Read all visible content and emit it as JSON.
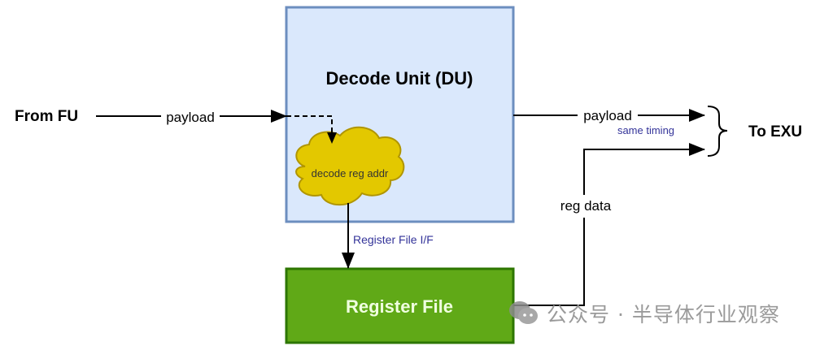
{
  "diagram": {
    "source_label": "From FU",
    "destination_label": "To EXU",
    "decode_unit": {
      "title": "Decode Unit (DU)",
      "fill": "#dae8fc",
      "stroke": "#6c8ebf"
    },
    "cloud": {
      "label": "decode reg addr",
      "fill": "#e3c800",
      "stroke": "#b09500"
    },
    "register_file": {
      "title": "Register File",
      "fill": "#60a917",
      "stroke": "#2d7600",
      "text_color": "#f0ffe0"
    },
    "edges": {
      "input_payload": "payload",
      "output_payload": "payload",
      "timing_note": "same timing",
      "rf_interface": "Register File I/F",
      "reg_data": "reg data"
    },
    "note_color": "#333399"
  },
  "watermark": {
    "icon": "wechat-icon",
    "text": "公众号 · 半导体行业观察"
  }
}
